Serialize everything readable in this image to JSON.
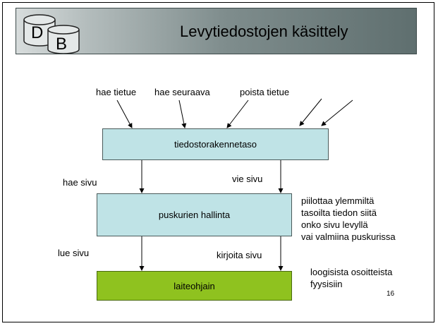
{
  "header": {
    "title": "Levytiedostojen käsittely",
    "logo_letters": [
      "D",
      "B"
    ]
  },
  "top_labels": {
    "hae_tietue": "hae tietue",
    "hae_seuraava": "hae seuraava",
    "poista_tietue": "poista tietue"
  },
  "boxes": {
    "file_structure": "tiedostorakennetaso",
    "buffer_management": "puskurien hallinta",
    "device_driver": "laiteohjain"
  },
  "edge_labels": {
    "hae_sivu": "hae sivu",
    "vie_sivu": "vie sivu",
    "lue_sivu": "lue sivu",
    "kirjoita_sivu": "kirjoita sivu"
  },
  "notes": {
    "buffer_note": [
      "piilottaa ylemmiltä",
      "tasoilta tiedon siitä",
      "onko sivu levyllä",
      "vai valmiina puskurissa"
    ],
    "driver_note": [
      "loogisista osoitteista",
      "fyysisiin"
    ]
  },
  "page_number": "16",
  "colors": {
    "blue_box": "#bfe3e6",
    "green_box": "#8fc21f"
  }
}
